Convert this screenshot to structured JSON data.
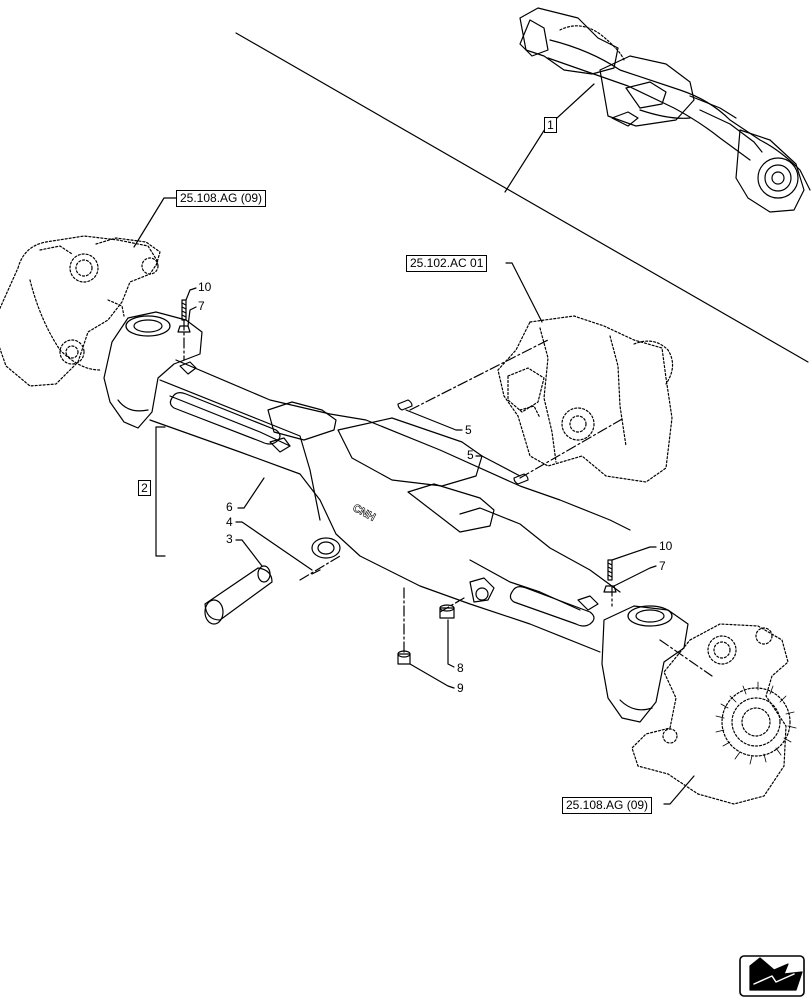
{
  "references": {
    "ref_top_left": "25.108.AG (09)",
    "ref_center": "25.102.AC 01",
    "ref_bottom_right": "25.108.AG (09)"
  },
  "callouts": {
    "c1": "1",
    "c2": "2",
    "c3": "3",
    "c4": "4",
    "c5a": "5",
    "c5b": "5",
    "c6": "6",
    "c7a": "7",
    "c7b": "7",
    "c8": "8",
    "c9": "9",
    "c10a": "10",
    "c10b": "10"
  },
  "casting_text": "CNH"
}
